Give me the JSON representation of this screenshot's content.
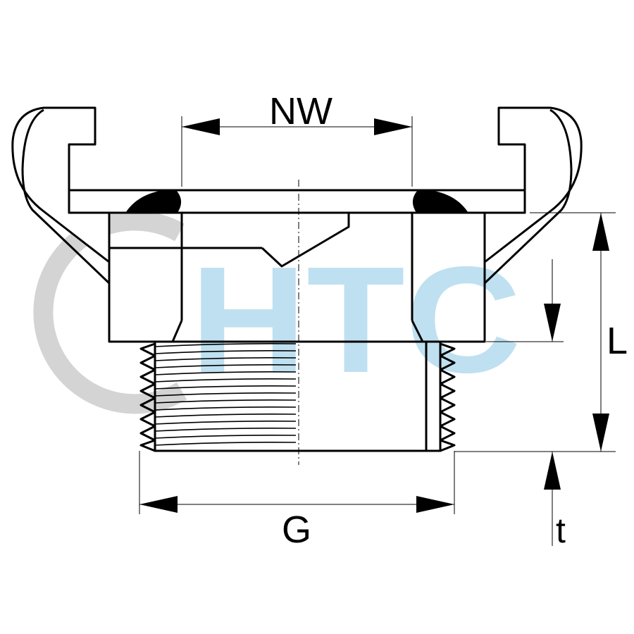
{
  "watermark": {
    "text": "HTC",
    "text_color": "#bfe0f0",
    "ring_color": "#d4d4d4"
  },
  "dimensions": {
    "nominal_width": "NW",
    "thread": "G",
    "length": "L",
    "thread_length": "t"
  },
  "colors": {
    "line": "#000000",
    "background": "#ffffff"
  }
}
